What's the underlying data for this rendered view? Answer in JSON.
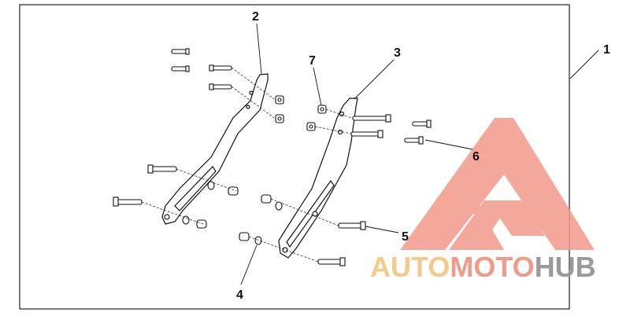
{
  "callouts": {
    "c1": "1",
    "c2": "2",
    "c3": "3",
    "c4": "4",
    "c5": "5",
    "c6": "6",
    "c7": "7"
  },
  "watermark": {
    "part1": "AUTO",
    "part2": "MOTO",
    "part3": "HUB",
    "color_auto": "#f5c98a",
    "color_moto": "#f19a8a",
    "color_hub": "#9a9a9a"
  }
}
